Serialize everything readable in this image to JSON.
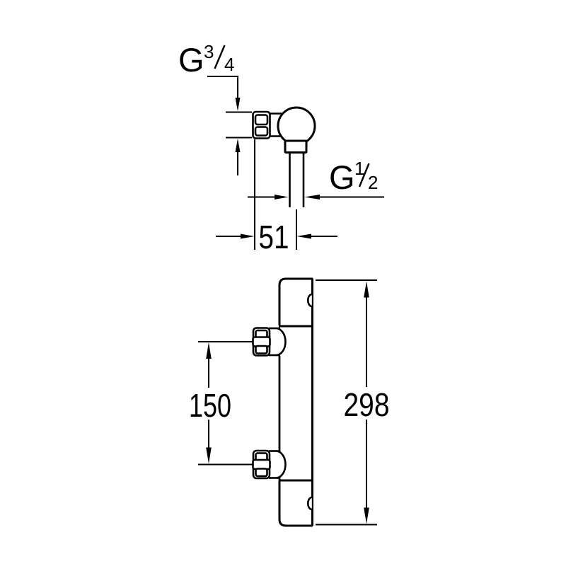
{
  "drawing": {
    "kind": "dimensional technical drawing (thermostatic shower mixer)",
    "views": [
      "top-view of supply union and outlet pipe",
      "front-view of mixer bar"
    ],
    "labels": {
      "thread_top": {
        "letter": "G",
        "numerator": "3",
        "denominator": "4"
      },
      "thread_outlet": {
        "letter": "G",
        "numerator": "1",
        "denominator": "2"
      },
      "dim_offset": "51",
      "dim_centers": "150",
      "dim_height": "298"
    },
    "colors": {
      "line": "#000000",
      "background": "#ffffff"
    }
  }
}
